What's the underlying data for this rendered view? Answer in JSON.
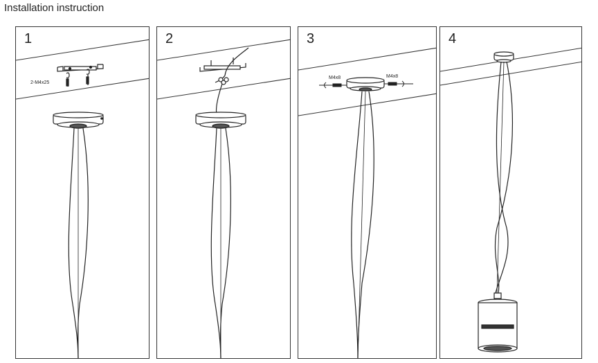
{
  "title": "Installation instruction",
  "steps": [
    {
      "number": "1",
      "label": "2-M4x25"
    },
    {
      "number": "2"
    },
    {
      "number": "3",
      "label_left": "M4x8",
      "label_right": "M4x8"
    },
    {
      "number": "4"
    }
  ]
}
